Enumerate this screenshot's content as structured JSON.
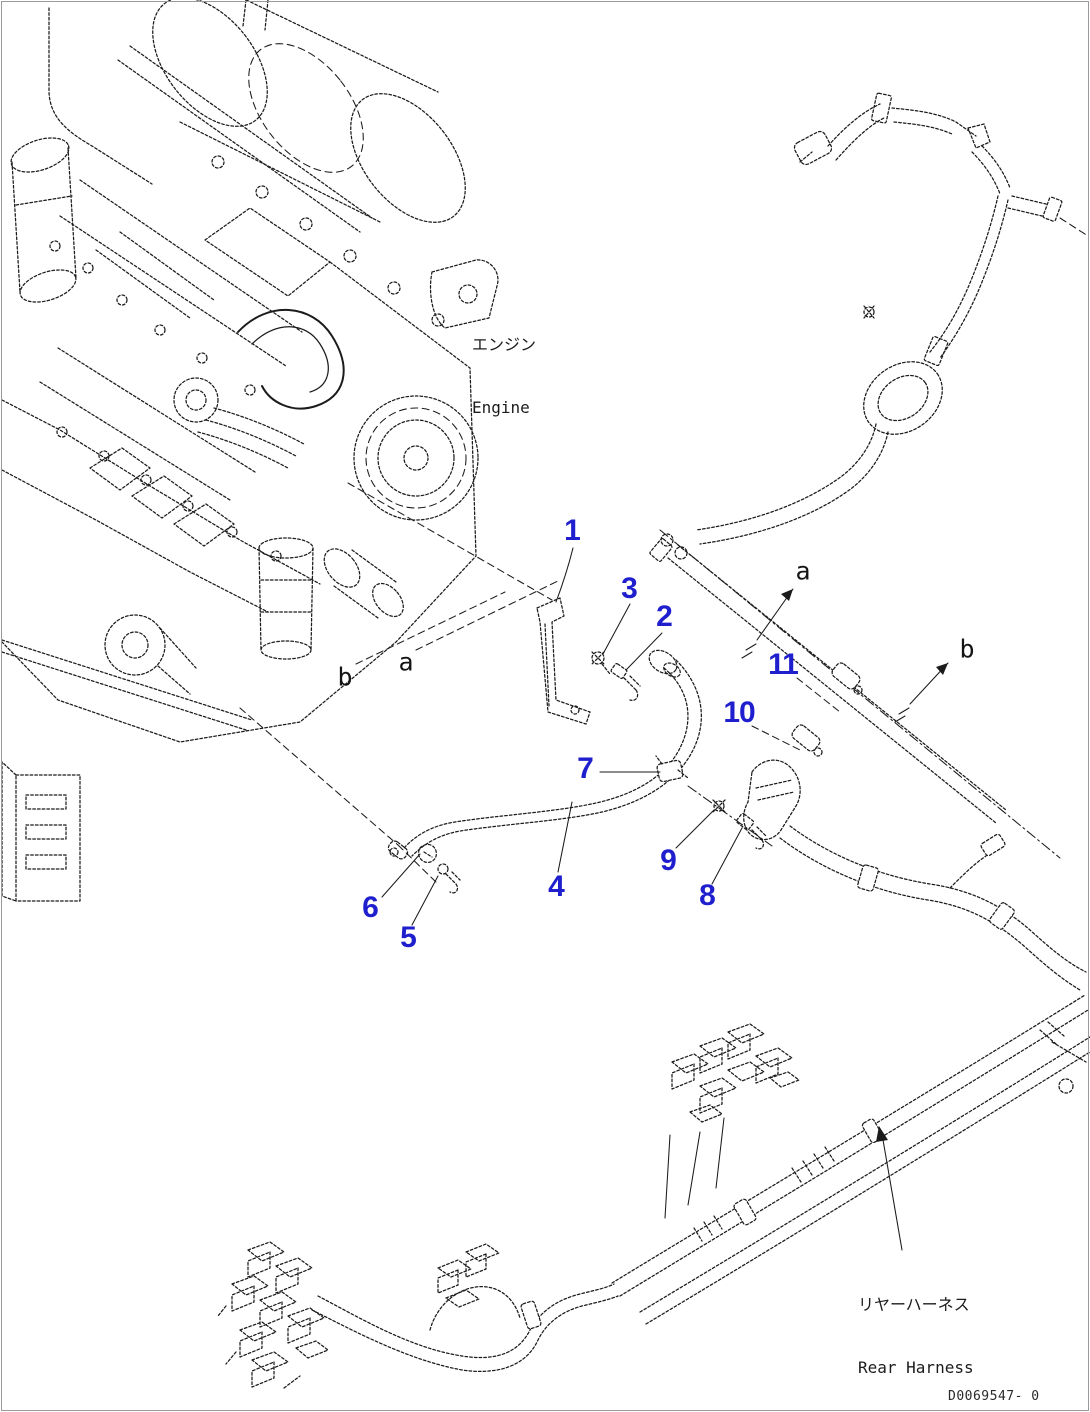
{
  "page": {
    "background": "#ffffff",
    "border_color": "#9a9a9a"
  },
  "colors": {
    "callout_blue": "#1f1fce",
    "line_black": "#1b1b1b"
  },
  "labels": {
    "engine_jp": "エンジン",
    "engine_en": "Engine",
    "rear_harness_jp": "リヤーハーネス",
    "rear_harness_en": "Rear Harness",
    "drawing_number": "D0069547- 0"
  },
  "callouts": [
    {
      "label": "1"
    },
    {
      "label": "2"
    },
    {
      "label": "3"
    },
    {
      "label": "4"
    },
    {
      "label": "5"
    },
    {
      "label": "6"
    },
    {
      "label": "7"
    },
    {
      "label": "8"
    },
    {
      "label": "9"
    },
    {
      "label": "10"
    },
    {
      "label": "11"
    }
  ],
  "view_letters": [
    {
      "label": "b"
    },
    {
      "label": "a"
    },
    {
      "label": "a"
    },
    {
      "label": "b"
    }
  ]
}
